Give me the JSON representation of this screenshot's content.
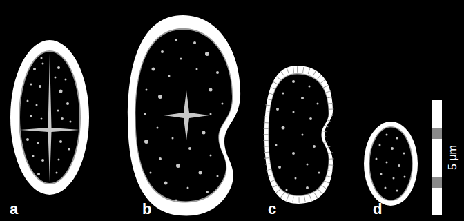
{
  "diagram": {
    "labels": [
      "a",
      "b",
      "c",
      "d",
      "5 µm"
    ]
  }
}
